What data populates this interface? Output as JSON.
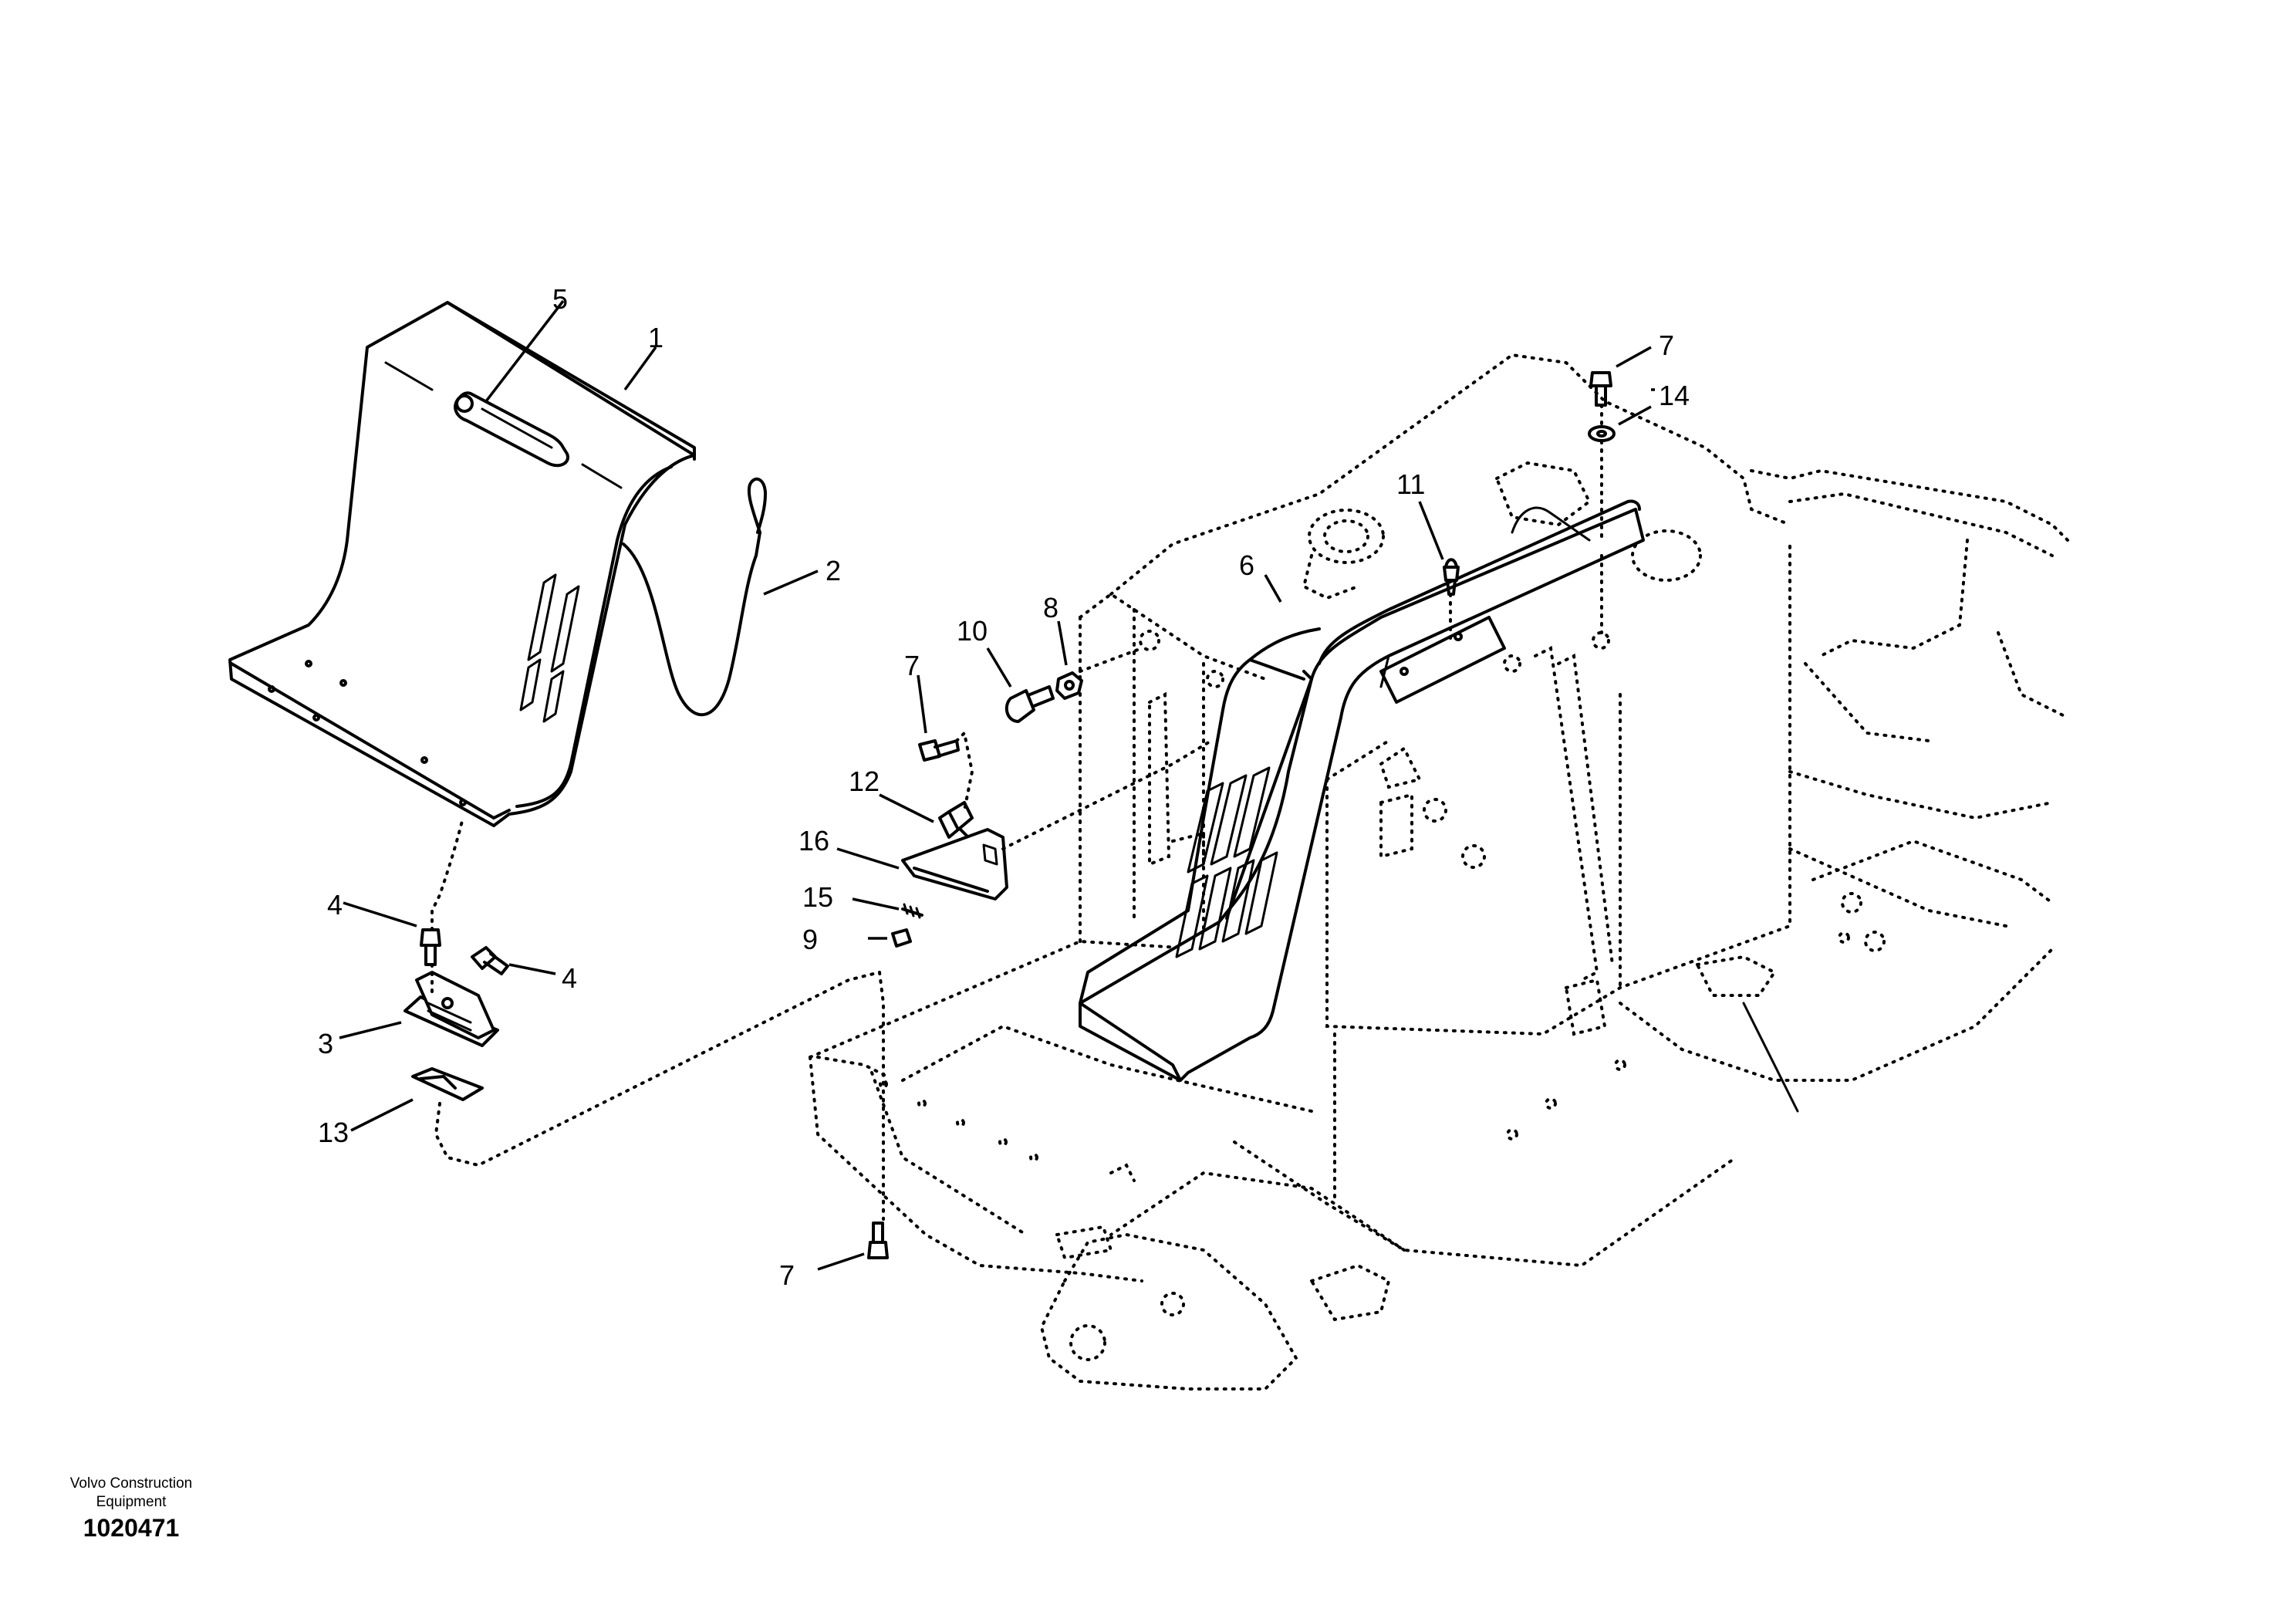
{
  "footer": {
    "brand_line1": "Volvo Construction",
    "brand_line2": "Equipment",
    "drawing_number": "1020471"
  },
  "callouts": {
    "c1": "1",
    "c2": "2",
    "c3": "3",
    "c4a": "4",
    "c4b": "4",
    "c5": "5",
    "c6": "6",
    "c7a": "7",
    "c7b": "7",
    "c7c": "7",
    "c8": "8",
    "c9": "9",
    "c10": "10",
    "c11": "11",
    "c12": "12",
    "c13": "13",
    "c14": "14",
    "c15": "15",
    "c16": "16"
  }
}
